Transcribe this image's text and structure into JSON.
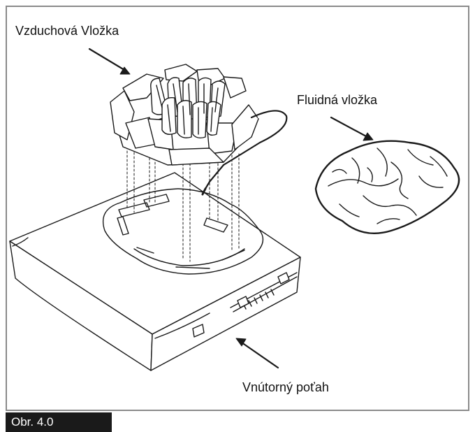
{
  "labels": {
    "air_insert": "Vzduchová Vložka",
    "fluid_insert": "Fluidná vložka",
    "inner_cover": "Vnútorný poťah"
  },
  "figure": {
    "caption": "Obr. 4.0"
  },
  "colors": {
    "frame": "#8a8a8a",
    "line": "#1a1a1a",
    "caption_bg": "#1a1a1a",
    "caption_text": "#ffffff"
  }
}
